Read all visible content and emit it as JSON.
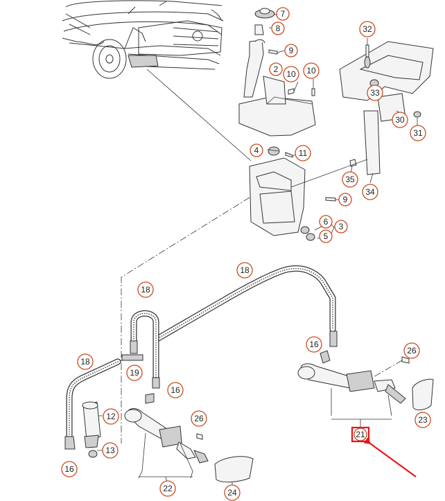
{
  "accent_color": "#e8141c",
  "callout_color": "#cc4a1c",
  "callouts": [
    {
      "id": "c7",
      "label": "7"
    },
    {
      "id": "c8",
      "label": "8"
    },
    {
      "id": "c9a",
      "label": "9"
    },
    {
      "id": "c2",
      "label": "2"
    },
    {
      "id": "c10a",
      "label": "10"
    },
    {
      "id": "c10b",
      "label": "10"
    },
    {
      "id": "c4",
      "label": "4"
    },
    {
      "id": "c11",
      "label": "11"
    },
    {
      "id": "c9b",
      "label": "9"
    },
    {
      "id": "c6",
      "label": "6"
    },
    {
      "id": "c5",
      "label": "5"
    },
    {
      "id": "c3",
      "label": "3"
    },
    {
      "id": "c32",
      "label": "32"
    },
    {
      "id": "c33",
      "label": "33"
    },
    {
      "id": "c30",
      "label": "30"
    },
    {
      "id": "c31",
      "label": "31"
    },
    {
      "id": "c35",
      "label": "35"
    },
    {
      "id": "c34",
      "label": "34"
    },
    {
      "id": "c18a",
      "label": "18"
    },
    {
      "id": "c18b",
      "label": "18"
    },
    {
      "id": "c18c",
      "label": "18"
    },
    {
      "id": "c16a",
      "label": "16"
    },
    {
      "id": "c19",
      "label": "19"
    },
    {
      "id": "c16b",
      "label": "16"
    },
    {
      "id": "c12",
      "label": "12"
    },
    {
      "id": "c13",
      "label": "13"
    },
    {
      "id": "c16c",
      "label": "16"
    },
    {
      "id": "c26a",
      "label": "26"
    },
    {
      "id": "c22",
      "label": "22"
    },
    {
      "id": "c24",
      "label": "24"
    },
    {
      "id": "c26b",
      "label": "26"
    },
    {
      "id": "c23",
      "label": "23"
    },
    {
      "id": "c21",
      "label": "21"
    }
  ],
  "highlighted_callout": "21"
}
